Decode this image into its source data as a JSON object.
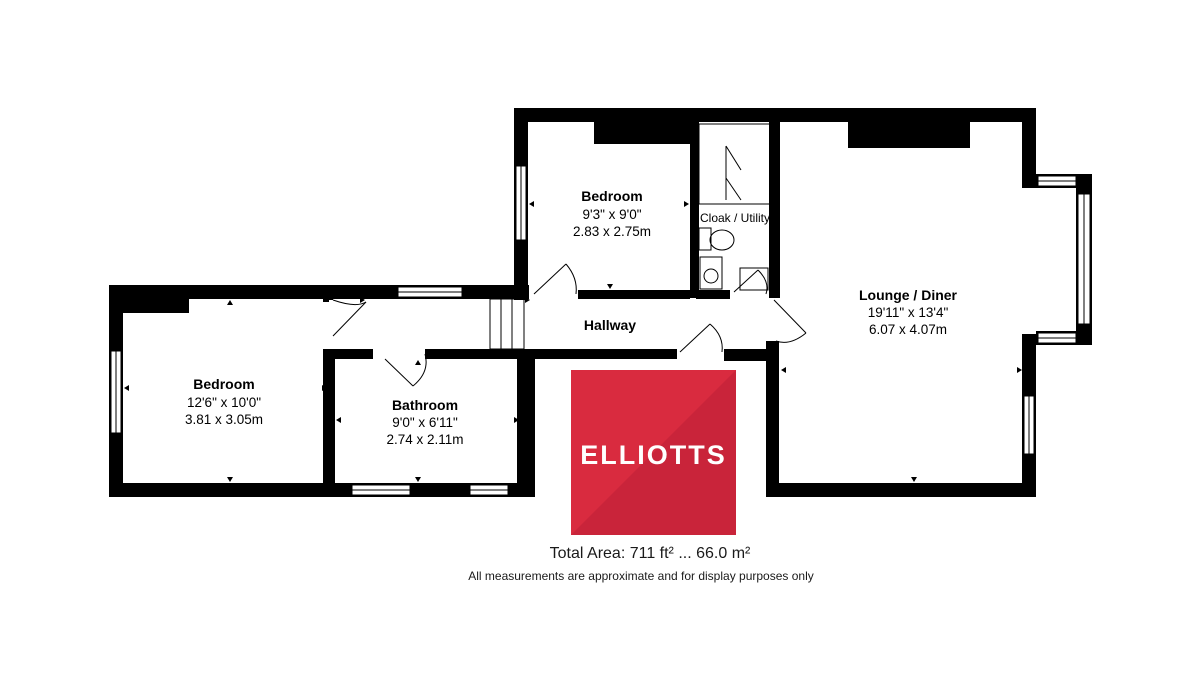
{
  "rooms": {
    "bedroom_top": {
      "name": "Bedroom",
      "imperial": "9'3\" x 9'0\"",
      "metric": "2.83 x 2.75m"
    },
    "bedroom_left": {
      "name": "Bedroom",
      "imperial": "12'6\" x 10'0\"",
      "metric": "3.81 x 3.05m"
    },
    "bathroom": {
      "name": "Bathroom",
      "imperial": "9'0\" x 6'11\"",
      "metric": "2.74 x 2.11m"
    },
    "lounge": {
      "name": "Lounge / Diner",
      "imperial": "19'11\" x 13'4\"",
      "metric": "6.07 x 4.07m"
    },
    "cloak": {
      "name": "Cloak / Utility"
    },
    "hallway": {
      "name": "Hallway"
    }
  },
  "logo": {
    "text": "ELLIOTTS",
    "color": "#d92b3f"
  },
  "footer": {
    "total_area": "Total Area: 711 ft² ... 66.0 m²",
    "note": "All measurements are approximate and for display purposes only"
  },
  "colors": {
    "wall": "#000000",
    "background": "#ffffff"
  }
}
